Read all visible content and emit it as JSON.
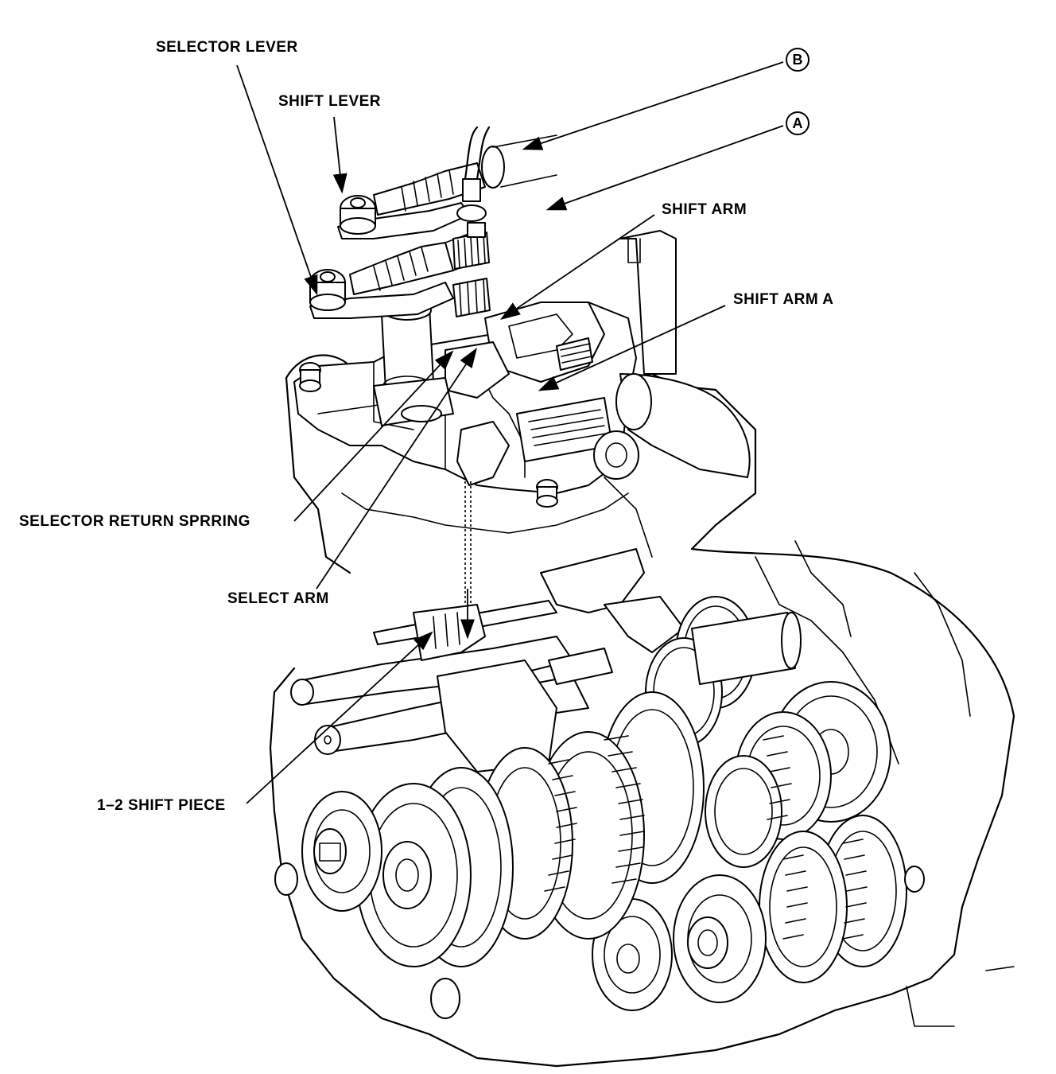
{
  "labels": {
    "selector_lever": "SELECTOR LEVER",
    "shift_lever": "SHIFT LEVER",
    "shift_arm": "SHIFT ARM",
    "shift_arm_a": "SHIFT ARM A",
    "selector_return_spring": "SELECTOR RETURN SPRRING",
    "select_arm": "SELECT ARM",
    "shift_piece_12": "1–2 SHIFT PIECE",
    "callout_b": "B",
    "callout_a": "A"
  }
}
